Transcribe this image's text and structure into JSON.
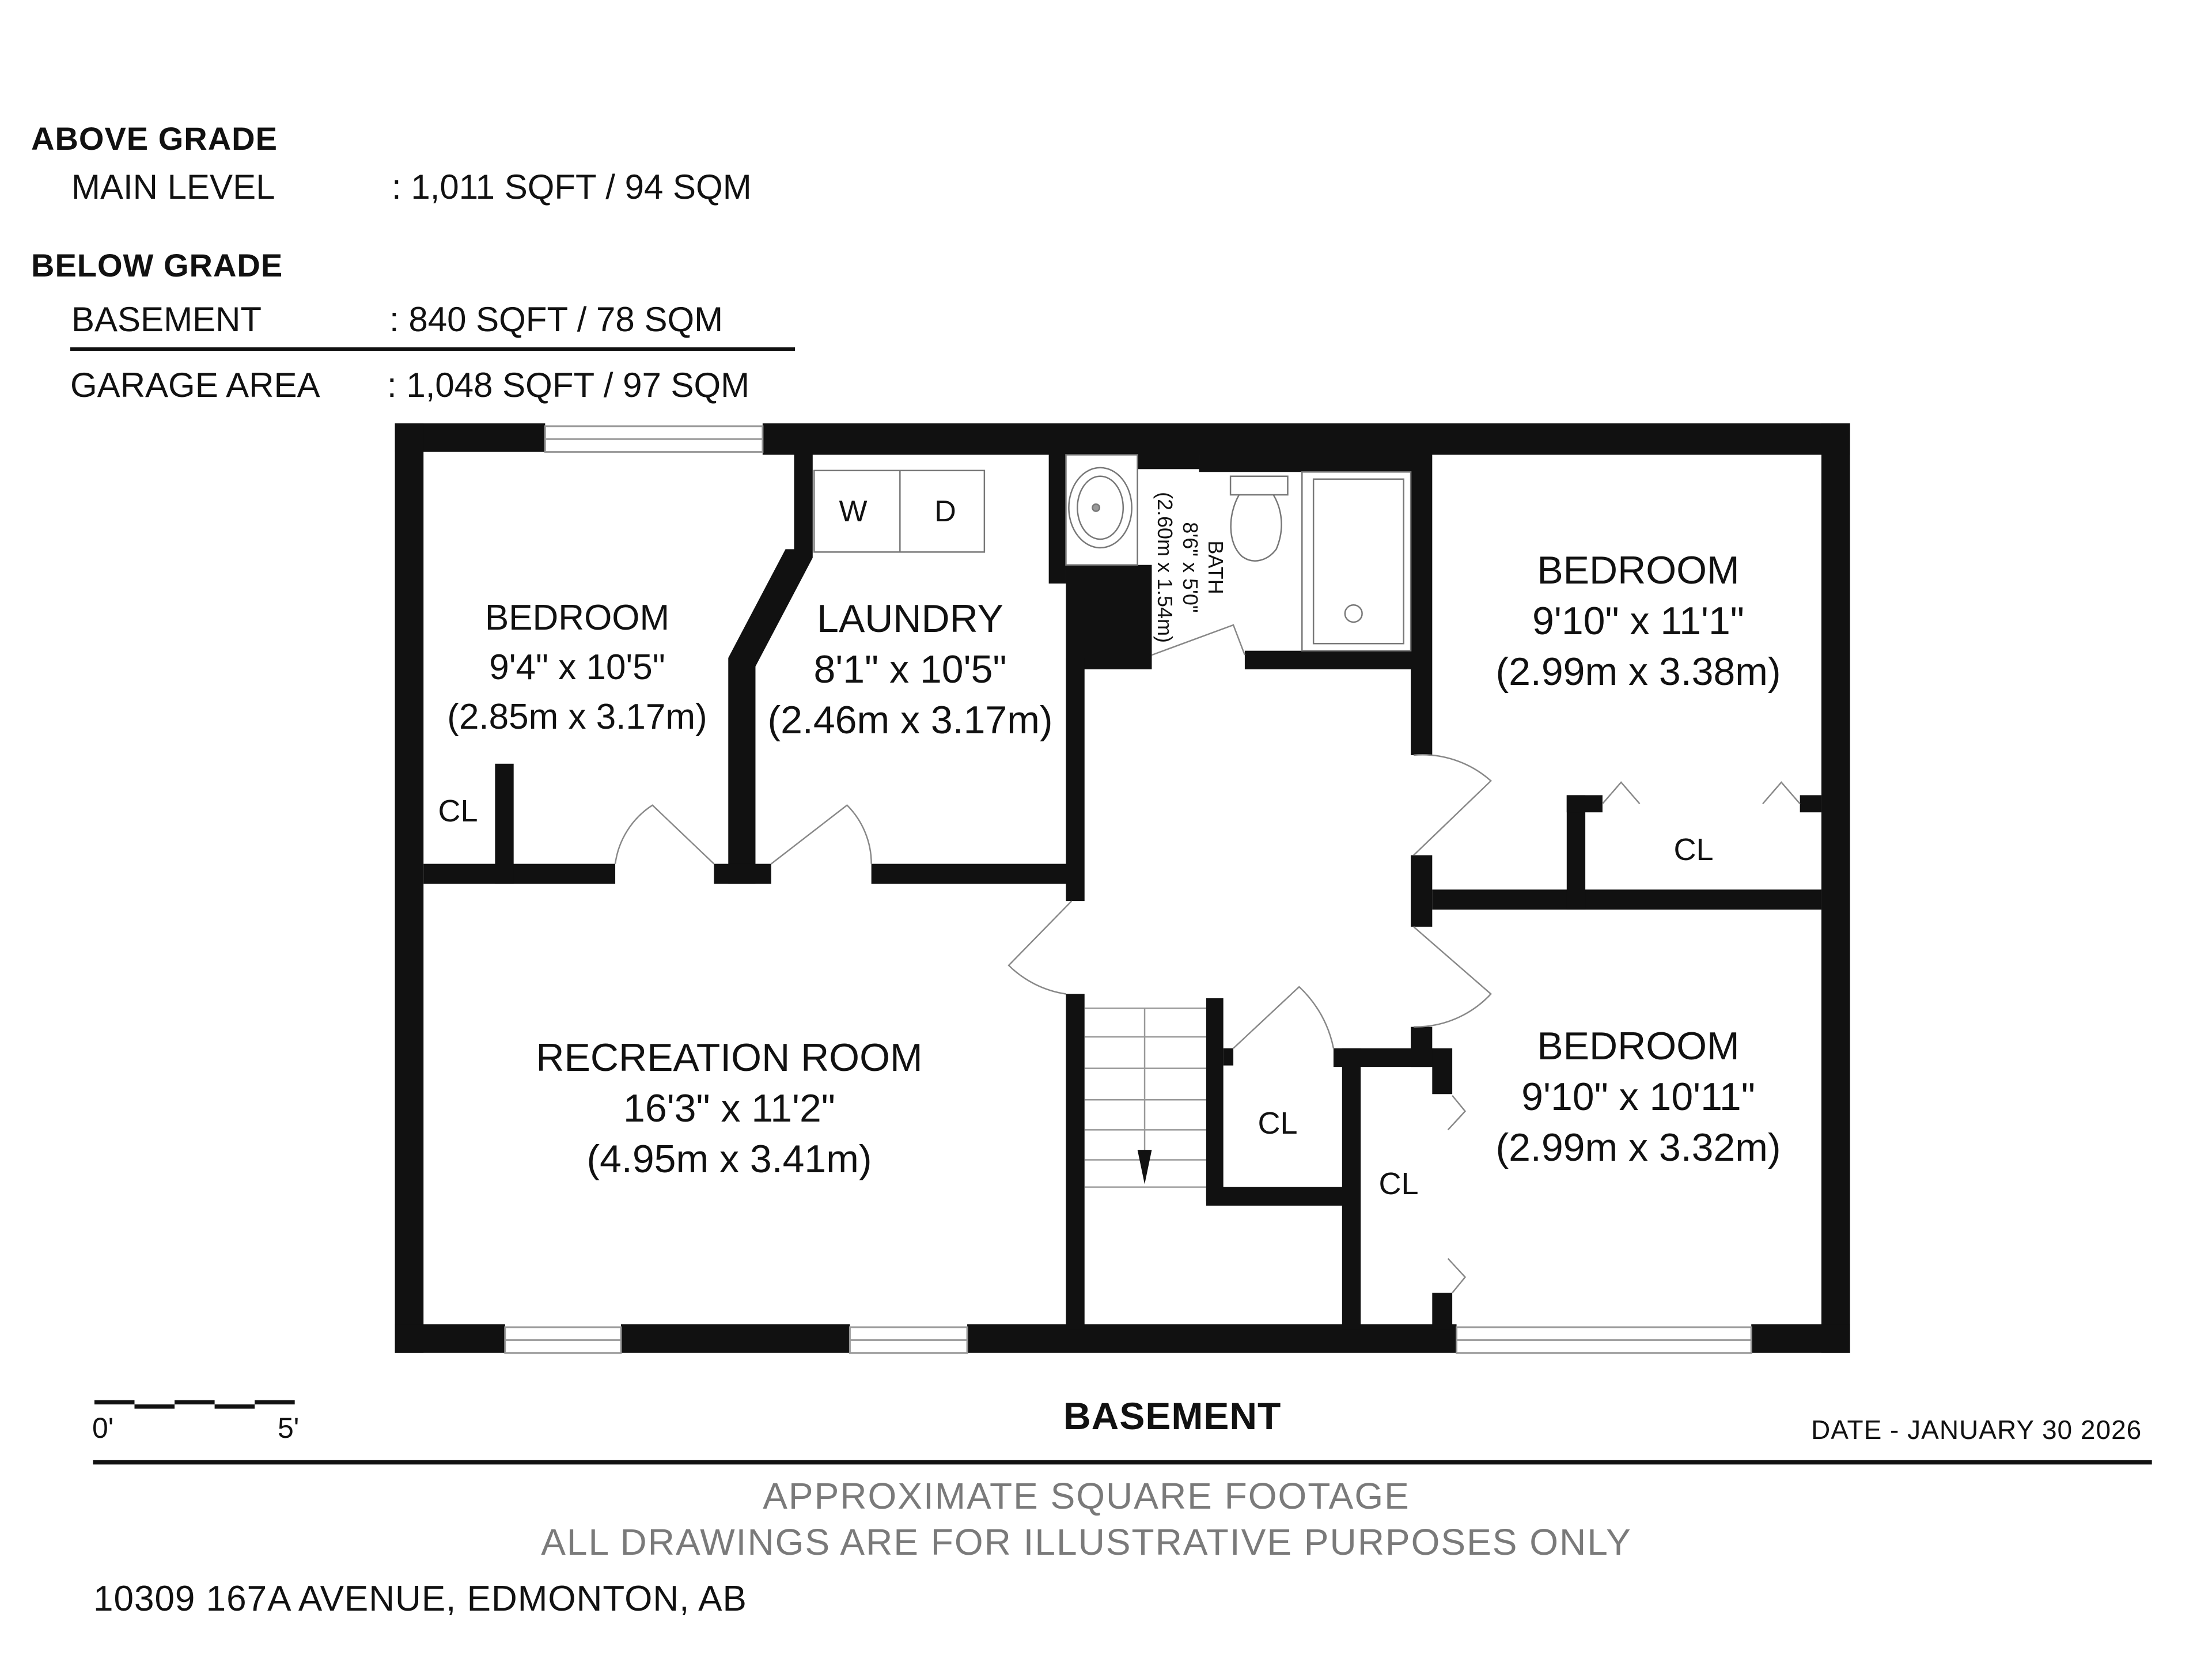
{
  "areas": {
    "above_grade": {
      "heading": "ABOVE GRADE",
      "rows": [
        {
          "label": "MAIN LEVEL",
          "value": ": 1,011 SQFT / 94 SQM"
        }
      ]
    },
    "below_grade": {
      "heading": "BELOW GRADE",
      "rows": [
        {
          "label": "BASEMENT",
          "value": ": 840 SQFT / 78 SQM"
        }
      ]
    },
    "garage": {
      "label": "GARAGE AREA",
      "value": ": 1,048 SQFT / 97 SQM"
    }
  },
  "rooms": {
    "bedroom_left": {
      "name": "BEDROOM",
      "imperial": "9'4\" x 10'5\"",
      "metric": "(2.85m x 3.17m)"
    },
    "laundry": {
      "name": "LAUNDRY",
      "imperial": "8'1\" x 10'5\"",
      "metric": "(2.46m x 3.17m)",
      "washer": "W",
      "dryer": "D"
    },
    "bath": {
      "name": "BATH",
      "imperial": "8'6\" x 5'0\"",
      "metric": "(2.60m x 1.54m)"
    },
    "bedroom_top_right": {
      "name": "BEDROOM",
      "imperial": "9'10\" x 11'1\"",
      "metric": "(2.99m x 3.38m)"
    },
    "recreation_room": {
      "name": "RECREATION ROOM",
      "imperial": "16'3\" x 11'2\"",
      "metric": "(4.95m x 3.41m)"
    },
    "bedroom_bottom_right": {
      "name": "BEDROOM",
      "imperial": "9'10\" x 10'11\"",
      "metric": "(2.99m x 3.32m)"
    },
    "closets": [
      "CL",
      "CL",
      "CL",
      "CL"
    ]
  },
  "scale_bar": {
    "start": "0'",
    "end": "5'"
  },
  "footer": {
    "floor_title": "BASEMENT",
    "date": "DATE - JANUARY 30 2026",
    "disclaimer_1": "APPROXIMATE SQUARE FOOTAGE",
    "disclaimer_2": "ALL DRAWINGS ARE FOR ILLUSTRATIVE PURPOSES ONLY",
    "address": "10309 167A AVENUE, EDMONTON, AB"
  },
  "colors": {
    "wall": "#111111",
    "fixture_line": "#888888",
    "disclaimer_text": "#7a7a7a"
  }
}
